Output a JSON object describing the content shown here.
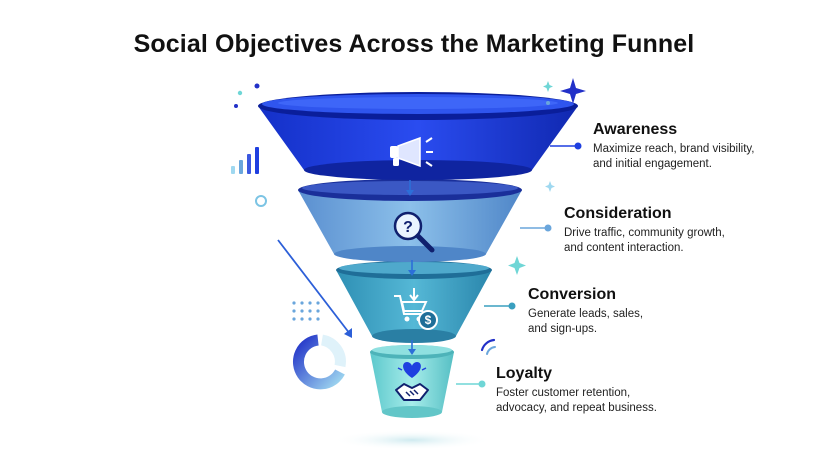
{
  "title": "Social Objectives Across the Marketing Funnel",
  "colors": {
    "awareness": "#1f3fe0",
    "consideration": "#6aa6dc",
    "conversion": "#3a9fbf",
    "loyalty": "#6fd6d6",
    "connector": "#1f3fe0",
    "accent": "#2230c8"
  },
  "stages": [
    {
      "name": "Awareness",
      "icon": "megaphone-icon",
      "description_lines": [
        "Maximize reach, brand visibility,",
        "and initial engagement."
      ]
    },
    {
      "name": "Consideration",
      "icon": "question-magnifier-icon",
      "description_lines": [
        "Drive traffic, community growth,",
        "and content interaction."
      ]
    },
    {
      "name": "Conversion",
      "icon": "cart-dollar-icon",
      "description_lines": [
        "Generate leads, sales,",
        "and sign-ups."
      ]
    },
    {
      "name": "Loyalty",
      "icon": "heart-handshake-icon",
      "description_lines": [
        "Foster customer retention,",
        "advocacy, and repeat business."
      ]
    }
  ]
}
